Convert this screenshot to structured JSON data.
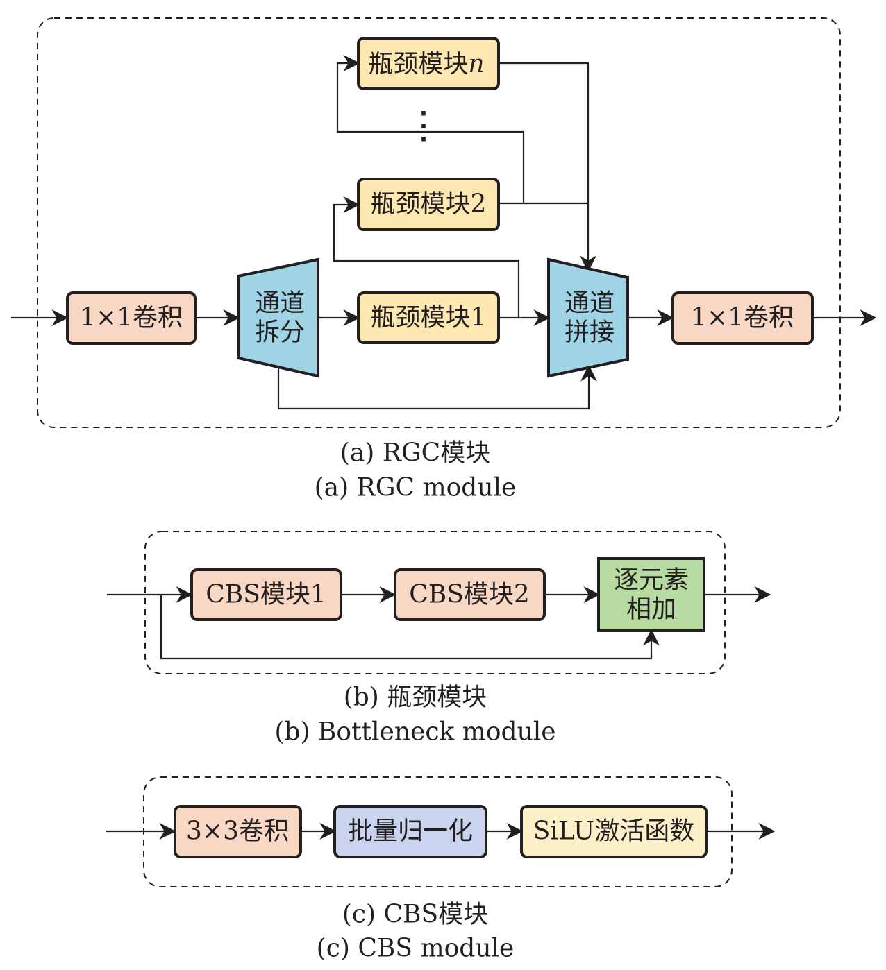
{
  "colors": {
    "conv": "#f8d7c4",
    "bottleneck": "#fde8b2",
    "channel": "#9fd4e6",
    "add": "#b7dba0",
    "batchnorm": "#cad4ee",
    "silu": "#fdf0c8",
    "line": "#231f20"
  },
  "rgc": {
    "conv_in": "1×1卷积",
    "split": [
      "通道",
      "拆分"
    ],
    "bottleneck1": "瓶颈模块1",
    "bottleneck2": "瓶颈模块2",
    "bottleneckn": "瓶颈模块",
    "bottleneckn_sub": "n",
    "ellipsis": "⋮",
    "concat": [
      "通道",
      "拼接"
    ],
    "conv_out": "1×1卷积",
    "caption_zh": "(a) RGC模块",
    "caption_en": "(a) RGC module"
  },
  "bottleneck": {
    "cbs1": "CBS模块1",
    "cbs2": "CBS模块2",
    "add": [
      "逐元素",
      "相加"
    ],
    "caption_zh": "(b) 瓶颈模块",
    "caption_en": "(b) Bottleneck module"
  },
  "cbs": {
    "conv": "3×3卷积",
    "bn": "批量归一化",
    "silu": "SiLU激活函数",
    "caption_zh": "(c) CBS模块",
    "caption_en": "(c) CBS module"
  }
}
